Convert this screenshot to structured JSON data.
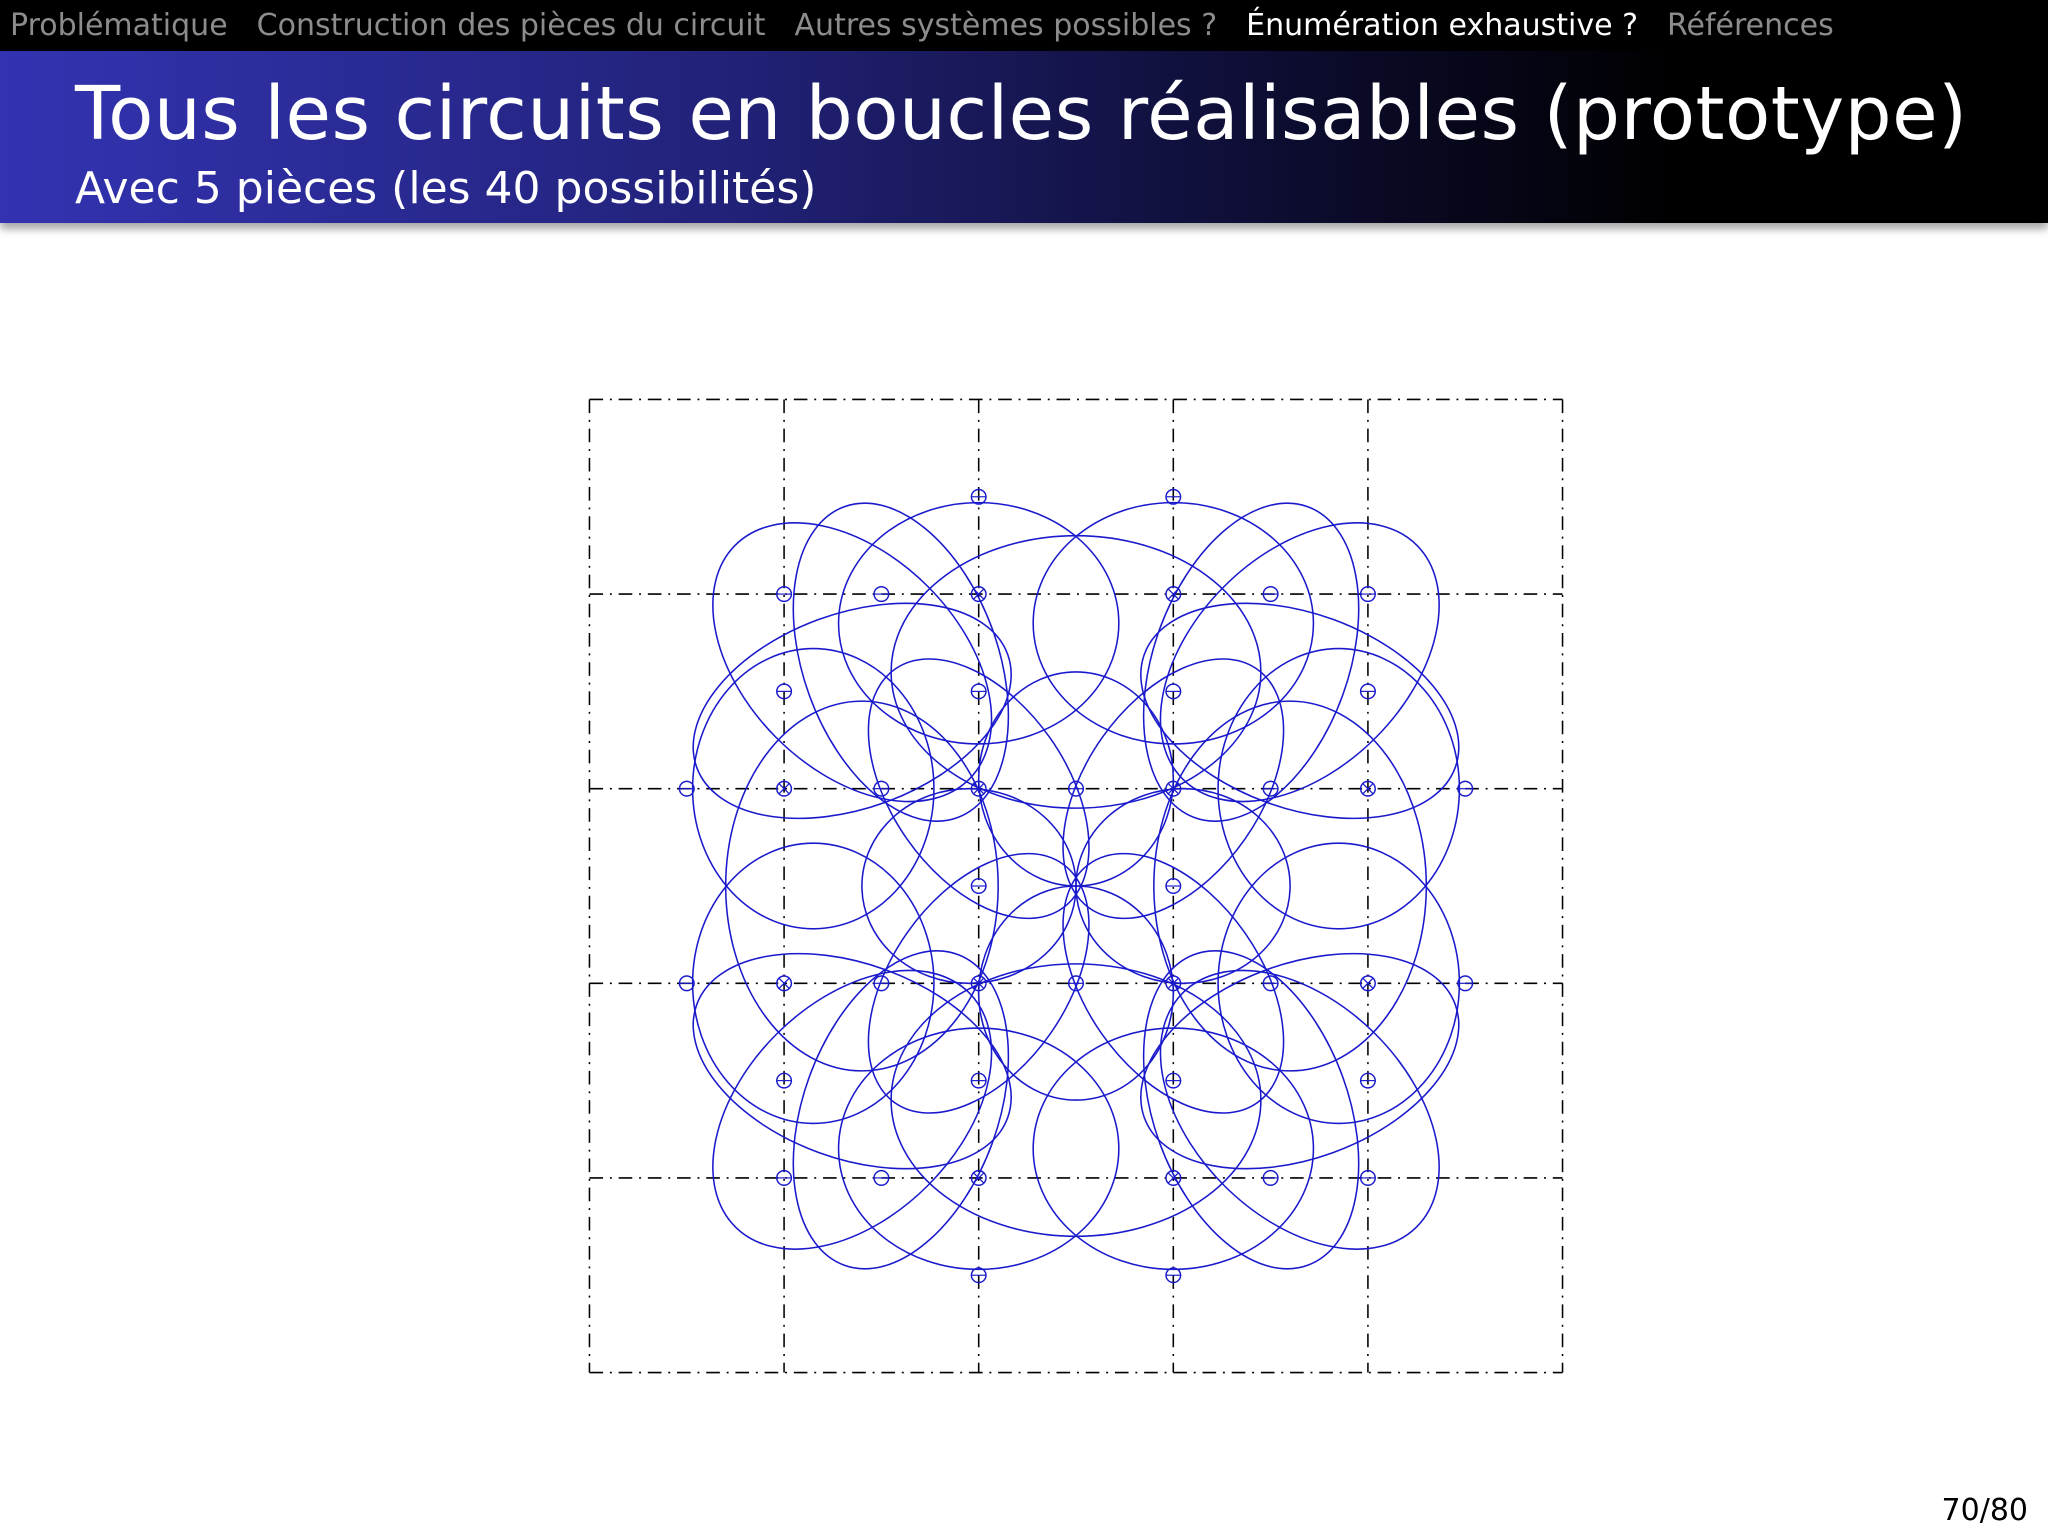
{
  "nav": {
    "items": [
      {
        "label": "Problématique",
        "active": false
      },
      {
        "label": "Construction des pièces du circuit",
        "active": false
      },
      {
        "label": "Autres systèmes possibles ?",
        "active": false
      },
      {
        "label": "Énumération exhaustive ?",
        "active": true
      },
      {
        "label": "Références",
        "active": false
      }
    ]
  },
  "frame": {
    "title": "Tous les circuits en boucles réalisables (prototype)",
    "subtitle": "Avec 5 pièces (les 40 possibilités)"
  },
  "figure": {
    "grid_cells": 5,
    "grid_style": "dash-dot",
    "curve_color": "#1a1acc",
    "grid_color": "#000000",
    "circuit_count": 40,
    "pieces_per_circuit": 5
  },
  "colors": {
    "navbar_bg": "#000000",
    "nav_inactive": "#8c8c8c",
    "nav_active": "#ffffff",
    "title_gradient_start": "#3333b2"
  },
  "footer": {
    "page": "70/80"
  }
}
